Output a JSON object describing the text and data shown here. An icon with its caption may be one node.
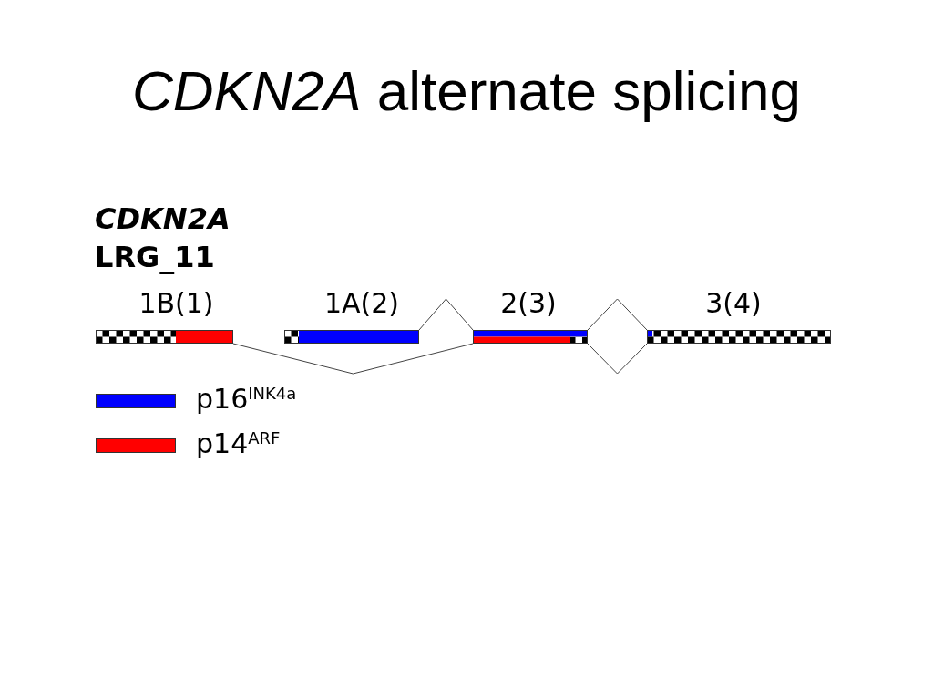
{
  "diagram": {
    "title": "*CDKN2A* alternate splicing",
    "nodes": [
      {
        "text": [
          "1B(1)"
        ]
      },
      {
        "text": [
          "1A(2)"
        ]
      },
      {
        "text": [
          "2(3)"
        ]
      },
      {
        "text": [
          "3(4)"
        ]
      }
    ],
    "edges": [
      {
        "from": 0,
        "to": 2,
        "arrow": "none"
      },
      {
        "from": 1,
        "to": 2,
        "arrow": "none"
      },
      {
        "from": 2,
        "to": 3,
        "arrow": "none"
      },
      {
        "from": 2,
        "to": 3,
        "arrow": "none"
      }
    ],
    "labels": [
      "CDKN2A",
      "LRG_11"
    ],
    "legend": [
      {
        "text": "p16$^{INK4a}$",
        "color": "#0000ff"
      },
      {
        "text": "p14$^{ARF}$",
        "color": "#ff0000"
      }
    ]
  }
}
